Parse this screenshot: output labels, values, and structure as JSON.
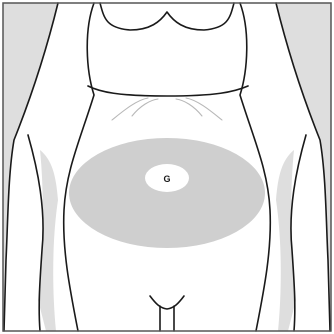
{
  "figure": {
    "navel_label": "G"
  },
  "colors": {
    "background_panel": "#dedede",
    "skin": "#ffffff",
    "outline": "#1a1a1a",
    "injection_zone": "#cfcfcf",
    "navel_exclusion_zone": "#ffffff",
    "frame_border": "#555555"
  },
  "icons": {
    "torso": "torso-outline",
    "injection_area": "abdomen-injection-zone",
    "navel": "navel-marker"
  }
}
